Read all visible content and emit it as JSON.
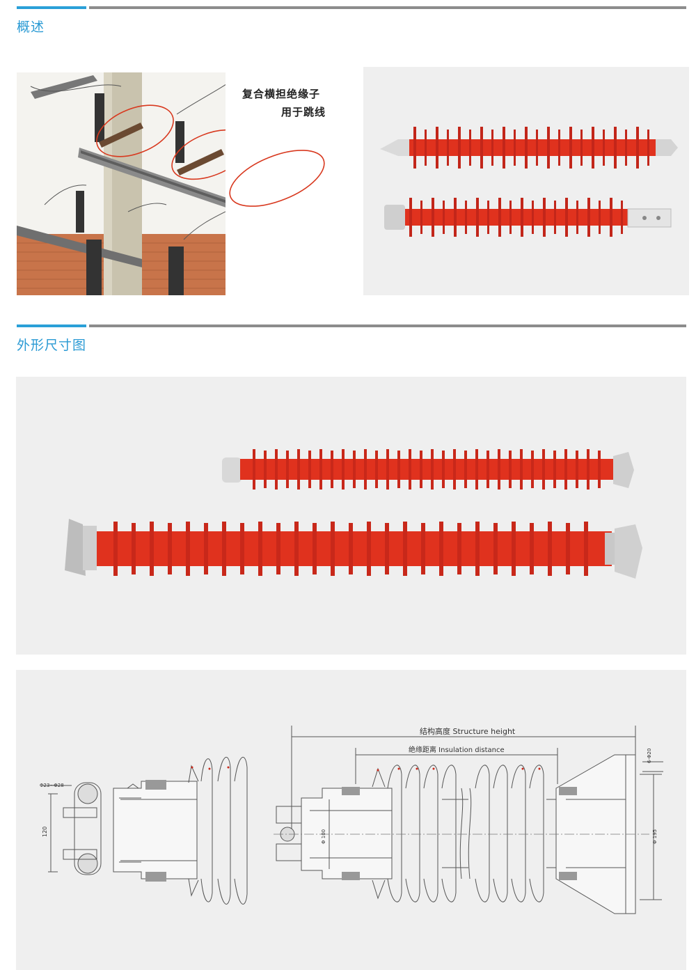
{
  "sections": {
    "overview": {
      "title": "概述"
    },
    "dimensions": {
      "title": "外形尺寸图"
    }
  },
  "photo_caption": {
    "line1": "复合横担绝缘子",
    "line2": "用于跳线"
  },
  "drawing": {
    "structure_height": "结构高度  Structure height",
    "insulation_distance": "绝缘距离  Insulation distance",
    "dia_rod": "Φ23~Φ28",
    "dim_120": "120",
    "dia_100": "Φ 100",
    "dia_195": "Φ 195",
    "holes": "6-Φ20"
  },
  "colors": {
    "accent_blue": "#2aa0d8",
    "rule_gray": "#8c8c8c",
    "panel_bg": "#efefef",
    "insulator_red": "#e0321e",
    "ellipse_red": "#d8381e"
  }
}
